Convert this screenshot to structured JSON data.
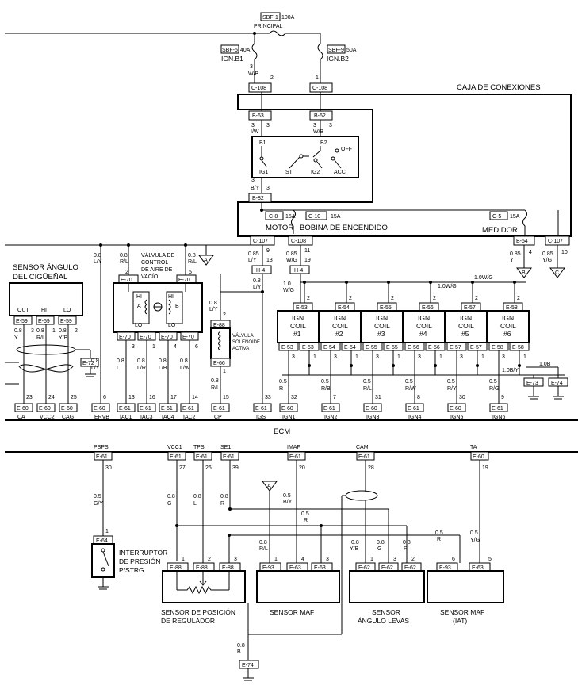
{
  "fuses": {
    "main": {
      "code": "SBF-1",
      "amp": "100A",
      "name": "PRINCIPAL"
    },
    "b1": {
      "code": "SBF-5",
      "amp": "40A",
      "name": "IGN.B1"
    },
    "b2": {
      "code": "SBF-9",
      "amp": "50A",
      "name": "IGN.B2"
    }
  },
  "junction_box": {
    "title": "CAJA DE CONEXIONES"
  },
  "switch": {
    "b1": "B1",
    "b2": "B2",
    "off": "OFF",
    "ig1": "IG1",
    "st": "ST",
    "ig2": "IG2",
    "acc": "ACC"
  },
  "panel_fuses": [
    {
      "code": "C-8",
      "amp": "15A",
      "name": "MOTOR"
    },
    {
      "code": "C-10",
      "amp": "15A",
      "name": "BOBINA DE ENCENDIDO"
    },
    {
      "code": "C-5",
      "amp": "15A",
      "name": "MEDIDOR"
    }
  ],
  "connectors": {
    "c108a": "C-108",
    "c108b": "C-108",
    "b63": "B-63",
    "b62": "B-62",
    "b82": "B-82",
    "c107a": "C-107",
    "c108c": "C-108",
    "b54": "B-54",
    "c107b": "C-107",
    "h4a": "H-4",
    "h4b": "H-4",
    "e88": "E-88",
    "e66": "E-66",
    "e72": "E-72",
    "e73": "E-73",
    "e74a": "E-74",
    "e74b": "E-74",
    "e64": "E-64"
  },
  "wires": {
    "wb1": "W/B",
    "wb2": "W/B",
    "iw": "I/W",
    "by": "B/Y",
    "ly1": "0.85\nL/Y",
    "wg1": "0.85\nW/G",
    "y1": "0.85\nY",
    "yg1": "0.85\nY/G",
    "ly2": "0.8\nL/Y",
    "ly3": "0.8\nL/Y",
    "rl1": "0.8\nR/L",
    "rl2": "0.8\nR/L",
    "ly4": "0.8\nL/Y",
    "wg2": "1.0\nW/G",
    "wg3": "1.0W/G",
    "wg4": "1.0W/G",
    "by2": "1.0B/Y",
    "b1": "1.0B",
    "rl3": "0.8\nR/L",
    "b2": "0.8\nB"
  },
  "crank_sensor": {
    "title1": "SENSOR ÁNGULO",
    "title2": "DEL CIGÜEÑAL",
    "out": "OUT",
    "hi": "HI",
    "lo": "LO",
    "conn": "E-59"
  },
  "vacuum_valve": {
    "title1": "VÁLVULA DE",
    "title2": "CONTROL",
    "title3": "DE AIRE DE",
    "title4": "VACÍO",
    "conn": "E-70"
  },
  "active_valve": {
    "t1": "VÁLVULA",
    "t2": "SOLENOIDE",
    "t3": "ACTIVA"
  },
  "coils": [
    {
      "l1": "IGN",
      "l2": "COIL",
      "l3": "#1",
      "top": "E-53",
      "b1": "E-53",
      "b2": "E-53"
    },
    {
      "l1": "IGN",
      "l2": "COIL",
      "l3": "#2",
      "top": "E-54",
      "b1": "E-54",
      "b2": "E-54"
    },
    {
      "l1": "IGN",
      "l2": "COIL",
      "l3": "#3",
      "top": "E-55",
      "b1": "E-55",
      "b2": "E-55"
    },
    {
      "l1": "IGN",
      "l2": "COIL",
      "l3": "#4",
      "top": "E-56",
      "b1": "E-56",
      "b2": "E-56"
    },
    {
      "l1": "IGN",
      "l2": "COIL",
      "l3": "#5",
      "top": "E-57",
      "b1": "E-57",
      "b2": "E-57"
    },
    {
      "l1": "IGN",
      "l2": "COIL",
      "l3": "#6",
      "top": "E-58",
      "b1": "E-58",
      "b2": "E-58"
    }
  ],
  "ecm_upper": [
    {
      "pin": "23",
      "conn": "E-60",
      "sig": "CA",
      "w": "0.8\nY"
    },
    {
      "pin": "24",
      "conn": "E-60",
      "sig": "VCC2",
      "w": "0.8\nR/L"
    },
    {
      "pin": "25",
      "conn": "E-60",
      "sig": "CAG",
      "w": "0.8\nY/B"
    },
    {
      "pin": "6",
      "conn": "E-60",
      "sig": "ERVB",
      "w": "0.8\nL/Y"
    },
    {
      "pin": "13",
      "conn": "E-61",
      "sig": "IAC1",
      "w": "0.8\nL"
    },
    {
      "pin": "16",
      "conn": "E-61",
      "sig": "IAC3",
      "w": "0.8\nL/R"
    },
    {
      "pin": "17",
      "conn": "E-61",
      "sig": "IAC4",
      "w": "0.8\nL/B"
    },
    {
      "pin": "14",
      "conn": "E-61",
      "sig": "IAC2",
      "w": "0.8\nL/W"
    },
    {
      "pin": "15",
      "conn": "E-61",
      "sig": "CP",
      "w": "0.8\nR/L"
    },
    {
      "pin": "33",
      "conn": "E-61",
      "sig": "IGS",
      "w": ""
    },
    {
      "pin": "32",
      "conn": "E-60",
      "sig": "IGN1",
      "w": "0.5\nR"
    },
    {
      "pin": "7",
      "conn": "E-61",
      "sig": "IGN2",
      "w": "0.5\nR/B"
    },
    {
      "pin": "31",
      "conn": "E-60",
      "sig": "IGN3",
      "w": "0.5\nR/L"
    },
    {
      "pin": "8",
      "conn": "E-61",
      "sig": "IGN4",
      "w": "0.5\nR/W"
    },
    {
      "pin": "30",
      "conn": "E-60",
      "sig": "IGN5",
      "w": "0.5\nR/Y"
    },
    {
      "pin": "9",
      "conn": "E-61",
      "sig": "IGN6",
      "w": "0.5\nR/G"
    }
  ],
  "ecm_label": "ECM",
  "ecm_lower": [
    {
      "sig": "PSPS",
      "conn": "E-61",
      "pin": "30",
      "w": "0.5\nG/Y"
    },
    {
      "sig": "VCC1",
      "conn": "E-61",
      "pin": "27",
      "w": "0.8\nG"
    },
    {
      "sig": "TPS",
      "conn": "E-61",
      "pin": "26",
      "w": "0.8\nL"
    },
    {
      "sig": "SE1",
      "conn": "E-61",
      "pin": "39",
      "w": "0.8\nR"
    },
    {
      "sig": "IMAF",
      "conn": "E-61",
      "pin": "20",
      "w": "0.5\nB/Y"
    },
    {
      "sig": "CAM",
      "conn": "E-61",
      "pin": "28",
      "w": ""
    },
    {
      "sig": "TA",
      "conn": "E-60",
      "pin": "19",
      "w": "0.5\nY/G"
    }
  ],
  "bottom_sensors": {
    "ps_switch": {
      "t1": "INTERRUPTOR",
      "t2": "DE PRESIÓN",
      "t3": "P/STRG"
    },
    "tps": {
      "t1": "SENSOR DE POSICIÓN",
      "t2": "DE REGULADOR",
      "conn": "E-88"
    },
    "maf": {
      "t1": "SENSOR MAF",
      "conn": "E-93",
      "conn2": "E-63"
    },
    "cam": {
      "t1": "SENSOR",
      "t2": "ÁNGULO LEVAS",
      "conn": "E-62"
    },
    "iat": {
      "t1": "SENSOR MAF",
      "t2": "(IAT)",
      "conn": "E-93",
      "conn2": "E-63"
    }
  },
  "grounds": {
    "a": "A",
    "b": "B",
    "c": "C"
  }
}
